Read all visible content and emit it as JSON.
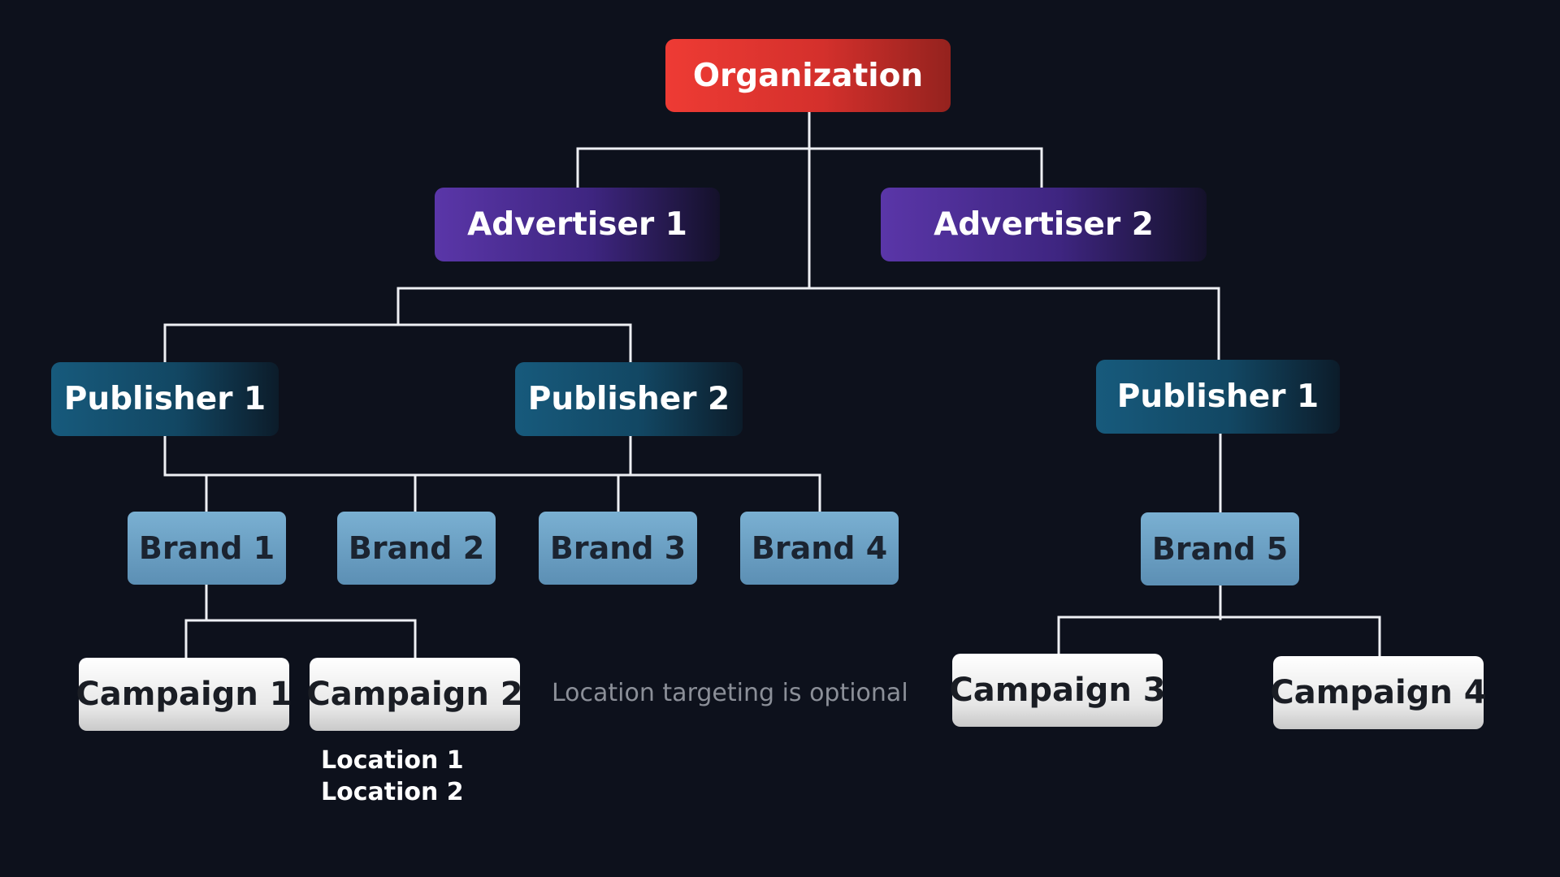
{
  "organization": {
    "label": "Organization"
  },
  "advertisers": [
    {
      "label": "Advertiser 1"
    },
    {
      "label": "Advertiser 2"
    }
  ],
  "publishers": [
    {
      "label": "Publisher 1"
    },
    {
      "label": "Publisher 2"
    },
    {
      "label": "Publisher 1"
    }
  ],
  "brands": [
    {
      "label": "Brand 1"
    },
    {
      "label": "Brand 2"
    },
    {
      "label": "Brand 3"
    },
    {
      "label": "Brand 4"
    },
    {
      "label": "Brand 5"
    }
  ],
  "campaigns": [
    {
      "label": "Campaign 1"
    },
    {
      "label": "Campaign 2"
    },
    {
      "label": "Campaign 3"
    },
    {
      "label": "Campaign 4"
    }
  ],
  "note": "Location targeting is optional",
  "locations": [
    "Location 1",
    "Location 2"
  ],
  "colors": {
    "background": "#0d111c",
    "organization": "#ee3b34",
    "advertiser": "#5a36a8",
    "publisher": "#175a7c",
    "brand": "#7ab0d2",
    "campaign": "#ffffff",
    "connector": "#eef0f4"
  }
}
